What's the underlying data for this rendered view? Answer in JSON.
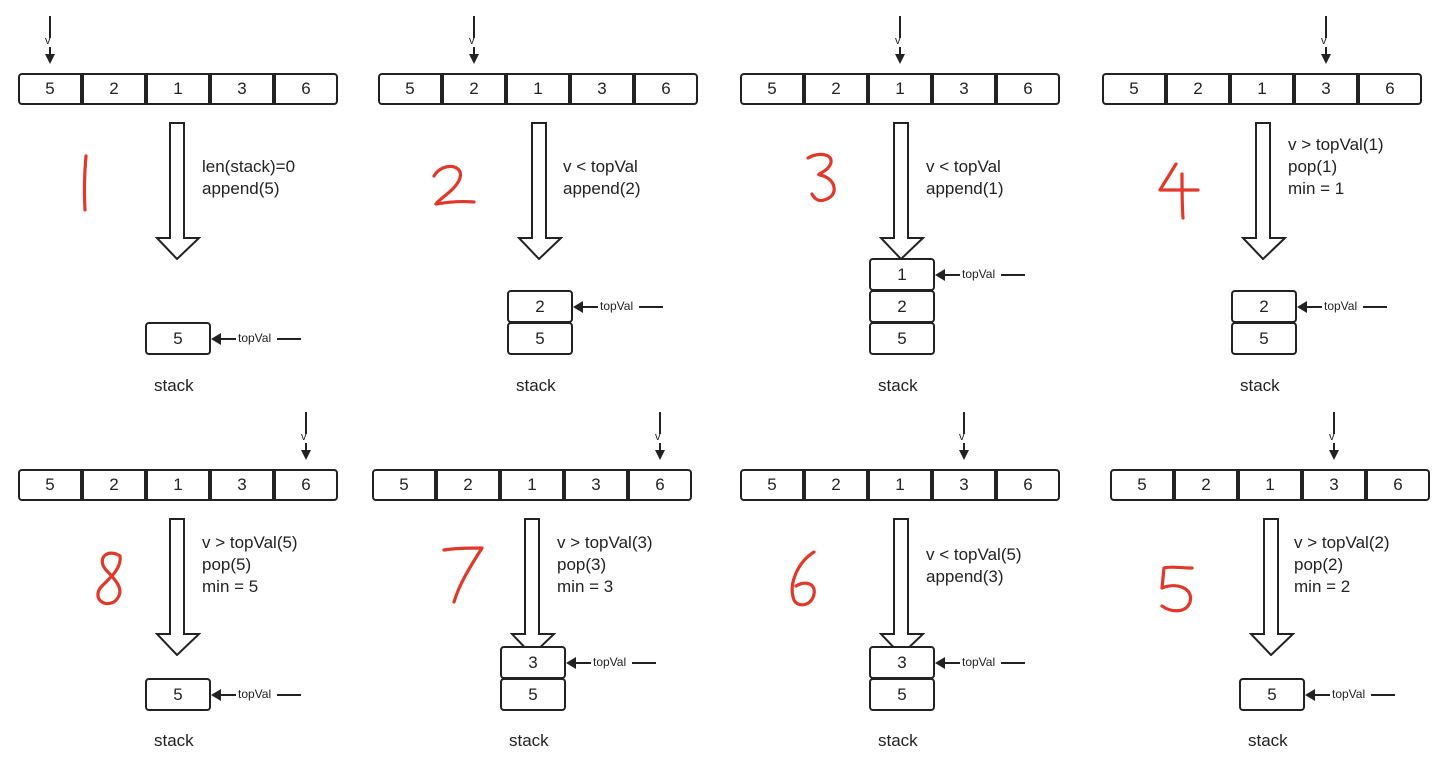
{
  "array": [
    "5",
    "2",
    "1",
    "3",
    "6"
  ],
  "pointer_label": "v",
  "top_label": "topVal",
  "stack_label": "stack",
  "panels": [
    {
      "step": "1",
      "v_index": 0,
      "ops": [
        "len(stack)=0",
        "append(5)"
      ],
      "stack": [
        "5"
      ]
    },
    {
      "step": "2",
      "v_index": 1,
      "ops": [
        "v < topVal",
        "append(2)"
      ],
      "stack": [
        "2",
        "5"
      ]
    },
    {
      "step": "3",
      "v_index": 2,
      "ops": [
        "v < topVal",
        "append(1)"
      ],
      "stack": [
        "1",
        "2",
        "5"
      ]
    },
    {
      "step": "4",
      "v_index": 3,
      "ops": [
        "v > topVal(1)",
        "pop(1)",
        "min = 1"
      ],
      "stack": [
        "2",
        "5"
      ]
    },
    {
      "step": "8",
      "v_index": 4,
      "ops": [
        "v > topVal(5)",
        "pop(5)",
        "min = 5"
      ],
      "stack": [
        "5"
      ]
    },
    {
      "step": "7",
      "v_index": 4,
      "ops": [
        "v > topVal(3)",
        "pop(3)",
        "min = 3"
      ],
      "stack": [
        "3",
        "5"
      ]
    },
    {
      "step": "6",
      "v_index": 3,
      "ops": [
        "v < topVal(5)",
        "append(3)"
      ],
      "stack": [
        "3",
        "5"
      ]
    },
    {
      "step": "5",
      "v_index": 3,
      "ops": [
        "v > topVal(2)",
        "pop(2)",
        "min = 2"
      ],
      "stack": [
        "5"
      ]
    }
  ],
  "colors": {
    "ink": "#222222",
    "step_number": "#e2382a"
  }
}
